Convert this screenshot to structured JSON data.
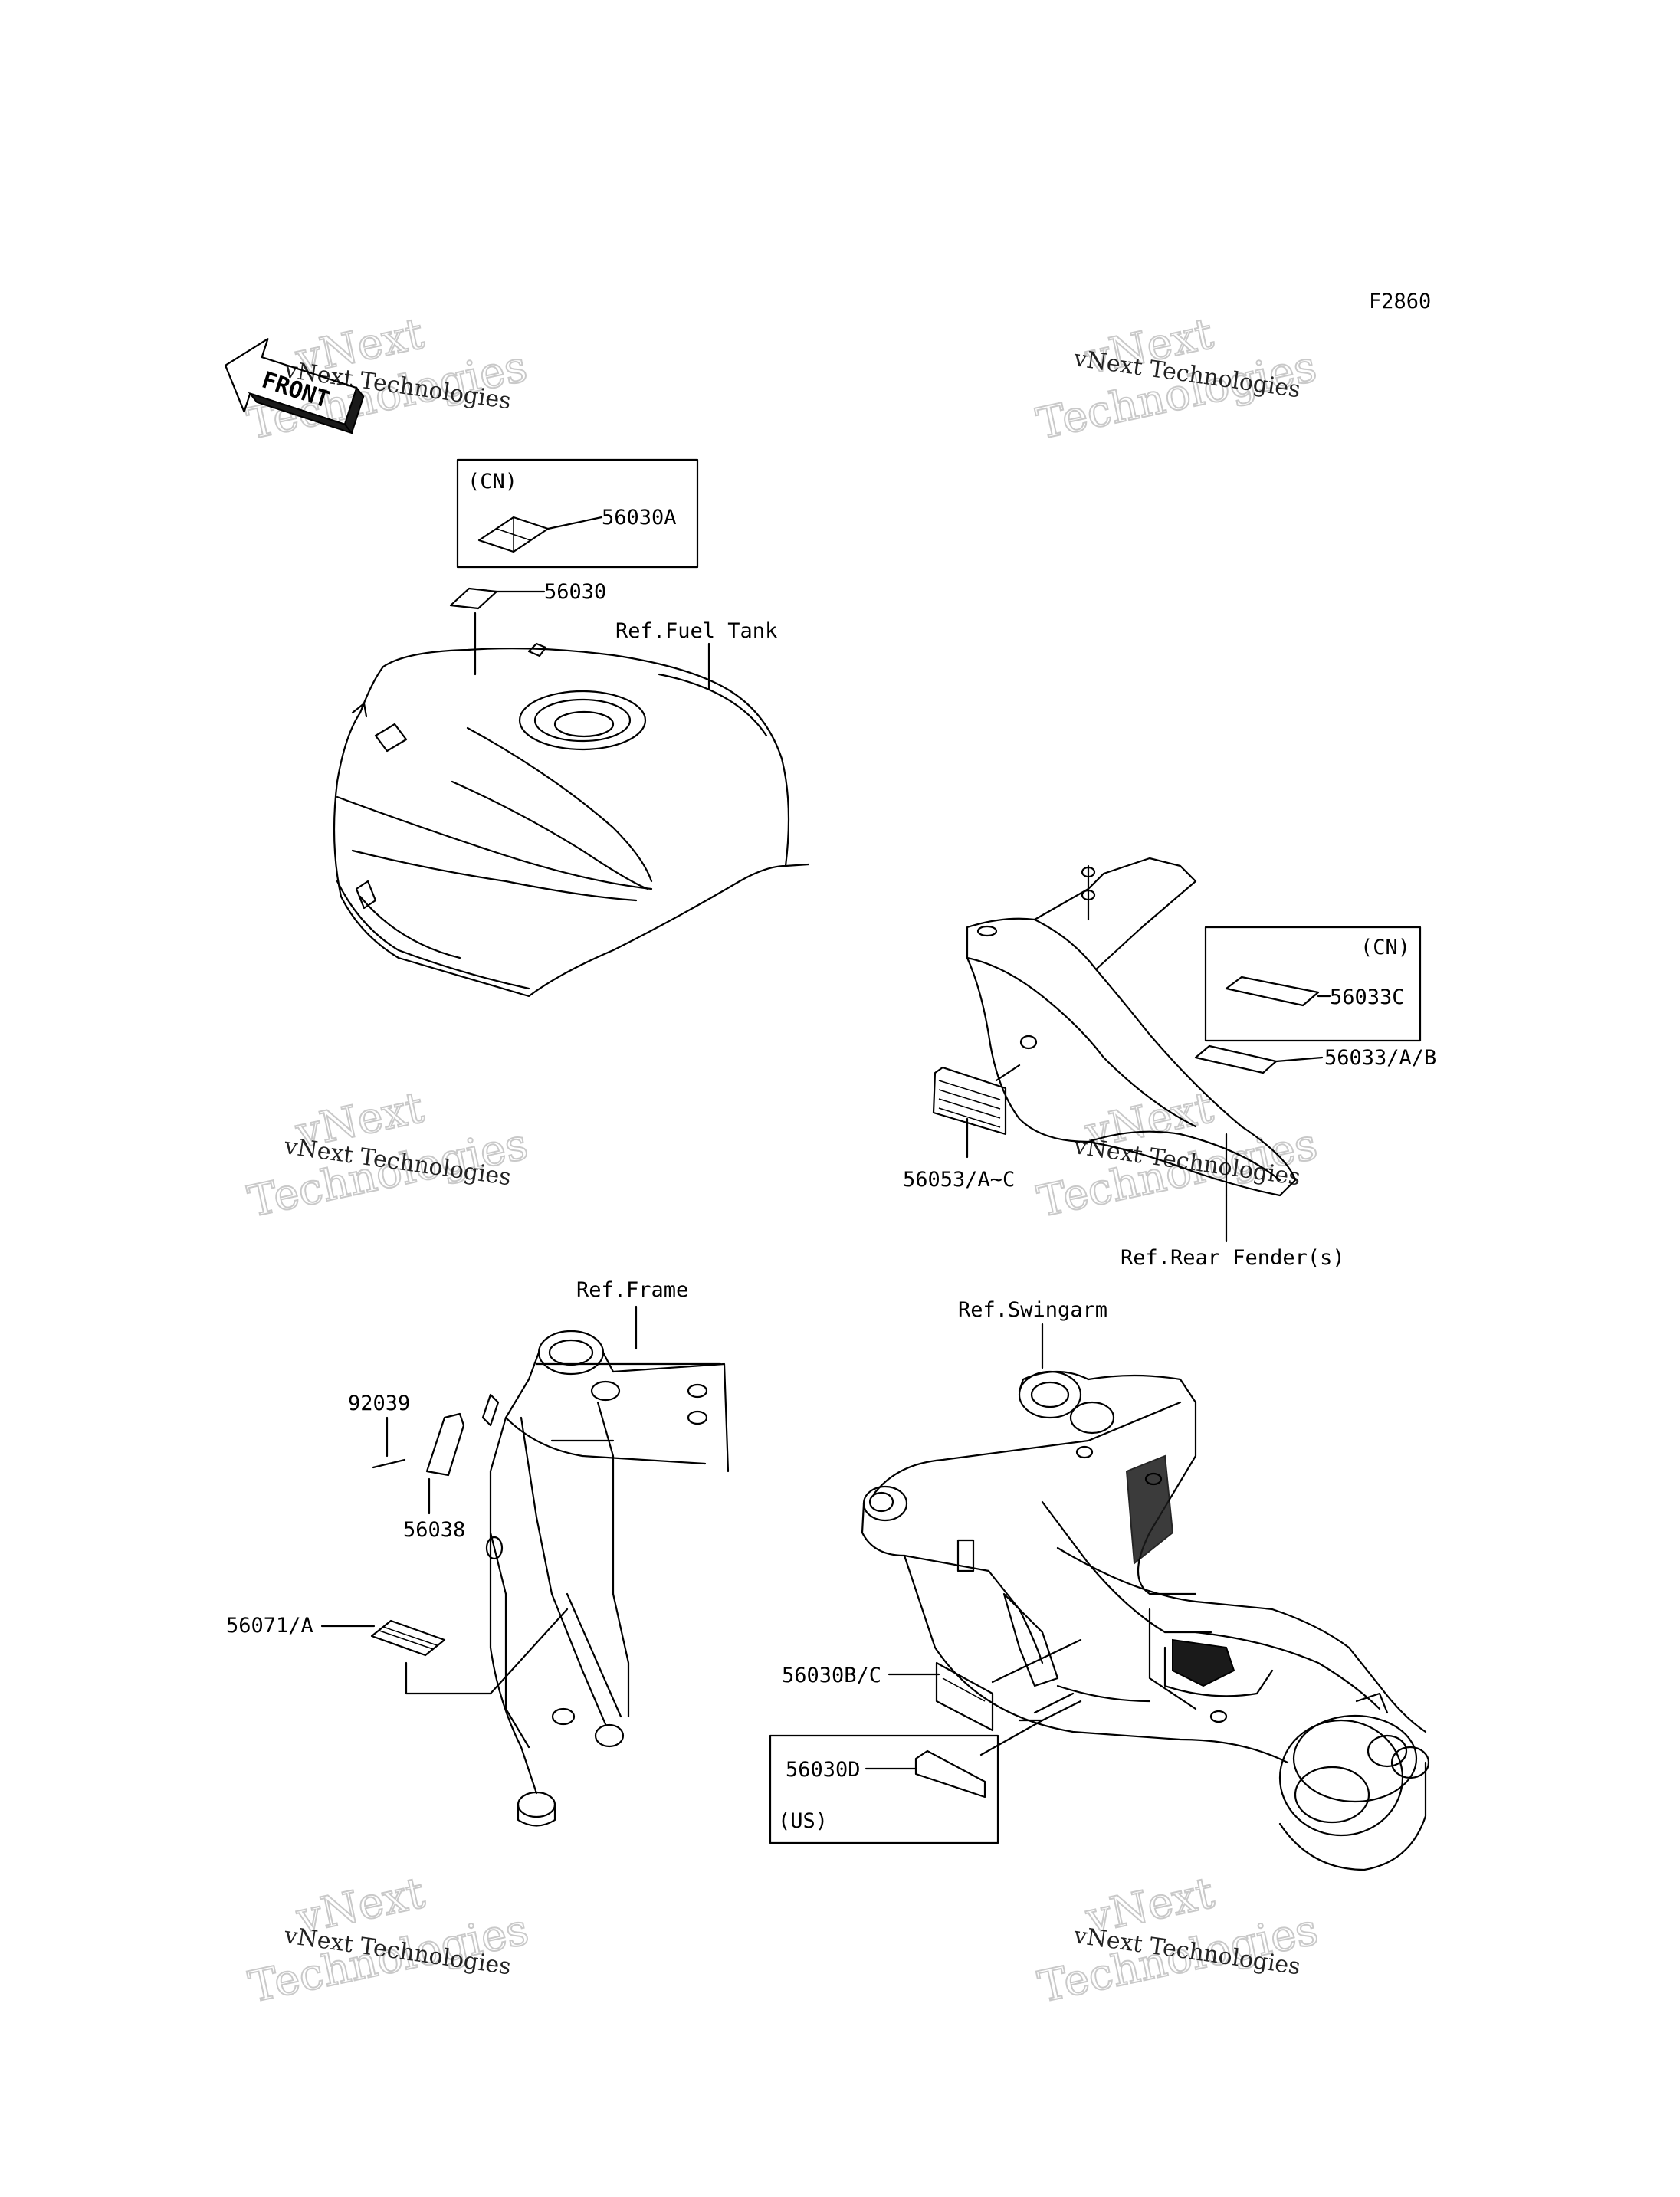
{
  "diagram_code": "F2860",
  "front_arrow_label": "FRONT",
  "watermark": {
    "line1": "vNext Technologies",
    "line2_a": "vNext",
    "line2_b": "Technologies"
  },
  "refs": {
    "fuel_tank": "Ref.Fuel Tank",
    "rear_fender": "Ref.Rear Fender(s)",
    "frame": "Ref.Frame",
    "swingarm": "Ref.Swingarm"
  },
  "region_tags": {
    "cn_tank": "(CN)",
    "cn_fender": "(CN)",
    "us_swingarm": "(US)"
  },
  "parts": {
    "p56030A": "56030A",
    "p56030": "56030",
    "p56033C": "56033C",
    "p56033AB": "56033/A/B",
    "p56053": "56053/A~C",
    "p92039": "92039",
    "p56038": "56038",
    "p56071": "56071/A",
    "p56030BC": "56030B/C",
    "p56030D": "56030D"
  }
}
